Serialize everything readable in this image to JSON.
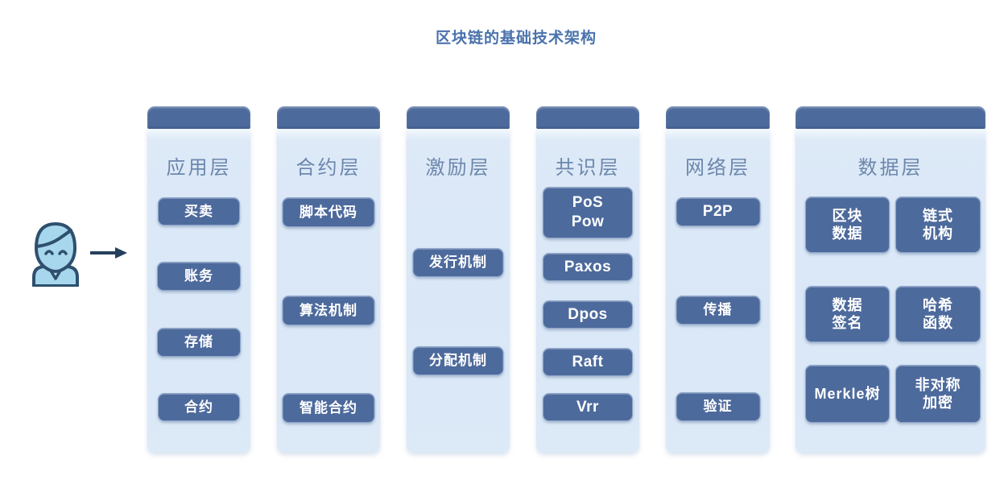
{
  "title": "区块链的基础技术架构",
  "icons": {
    "person": "user-icon",
    "arrow": "right-arrow-icon"
  },
  "colors": {
    "header_and_badge_bg": "#4d6a9c",
    "panel_bg": "#dce9f7",
    "layer_label": "#6c87ac",
    "title_text": "#4a72ac",
    "badge_text": "#ffffff",
    "icon_fill": "#a7d7ec",
    "icon_stroke": "#2e506e",
    "arrow": "#24405c"
  },
  "columns": [
    {
      "label": "应用层",
      "items": [
        "买卖",
        "账务",
        "存储",
        "合约"
      ]
    },
    {
      "label": "合约层",
      "items": [
        "脚本代码",
        "算法机制",
        "智能合约"
      ]
    },
    {
      "label": "激励层",
      "items": [
        "发行机制",
        "分配机制"
      ]
    },
    {
      "label": "共识层",
      "items": [
        "PoS\nPow",
        "Paxos",
        "Dpos",
        "Raft",
        "Vrr"
      ]
    },
    {
      "label": "网络层",
      "items": [
        "P2P",
        "传播",
        "验证"
      ]
    },
    {
      "label": "数据层",
      "items": [
        "区块\n数据",
        "链式\n机构",
        "数据\n签名",
        "哈希\n函数",
        "Merkle树",
        "非对称\n加密"
      ]
    }
  ]
}
